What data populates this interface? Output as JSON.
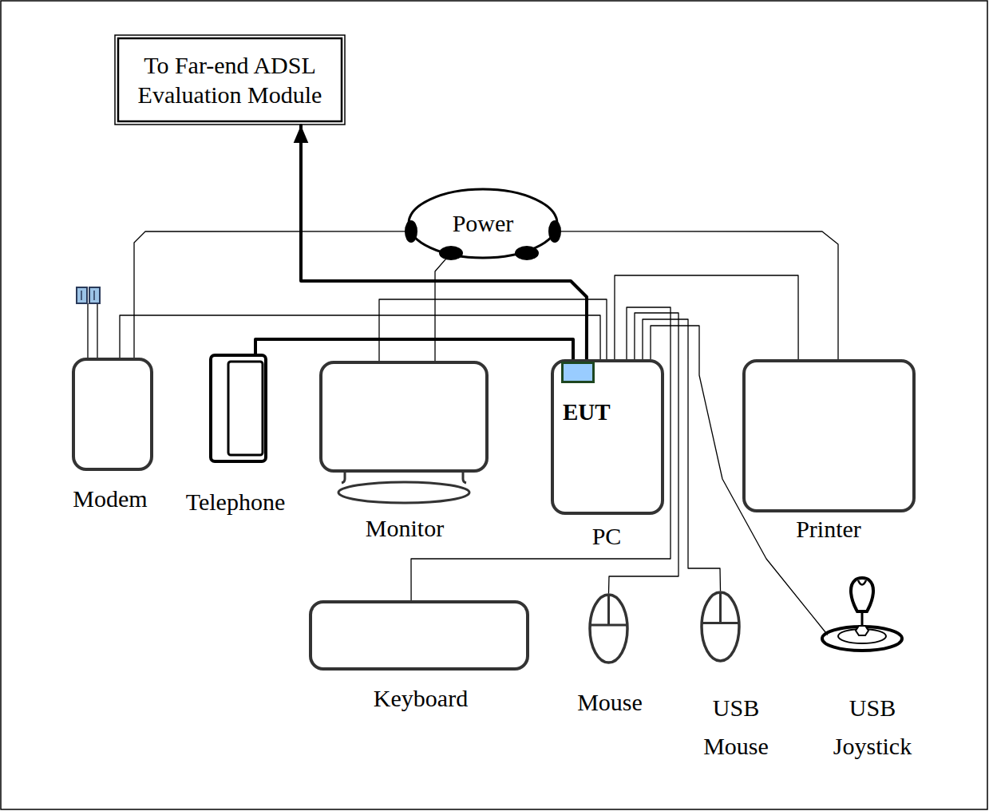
{
  "diagram": {
    "nodes": [
      {
        "text": [
          "To Far-end ADSL Evaluation Module"
        ]
      },
      {
        "text": [
          "Power"
        ]
      },
      {
        "text": [
          "Modem"
        ]
      },
      {
        "text": [
          "Telephone"
        ]
      },
      {
        "text": [
          "Monitor"
        ]
      },
      {
        "text": [
          "PC"
        ]
      },
      {
        "text": [
          "EUT"
        ],
        "in": 5
      },
      {
        "text": [
          "Printer"
        ]
      },
      {
        "text": [
          "Keyboard"
        ]
      },
      {
        "text": [
          "Mouse"
        ]
      },
      {
        "text": [
          "USB Mouse"
        ]
      },
      {
        "text": [
          "USB Joystick"
        ]
      }
    ],
    "edges": [
      {
        "from": 6,
        "to": 0,
        "arrow": "to"
      },
      {
        "from": 3,
        "to": 6,
        "arrow": "none"
      },
      {
        "from": 1,
        "to": 2,
        "arrow": "none"
      },
      {
        "from": 1,
        "to": 4,
        "arrow": "none"
      },
      {
        "from": 1,
        "to": 7,
        "arrow": "none"
      },
      {
        "from": 5,
        "to": 2,
        "arrow": "none"
      },
      {
        "from": 5,
        "to": 4,
        "arrow": "none"
      },
      {
        "from": 5,
        "to": 7,
        "arrow": "none"
      },
      {
        "from": 5,
        "to": 8,
        "arrow": "none"
      },
      {
        "from": 5,
        "to": 9,
        "arrow": "none"
      },
      {
        "from": 5,
        "to": 10,
        "arrow": "none"
      },
      {
        "from": 5,
        "to": 11,
        "arrow": "none"
      }
    ]
  }
}
